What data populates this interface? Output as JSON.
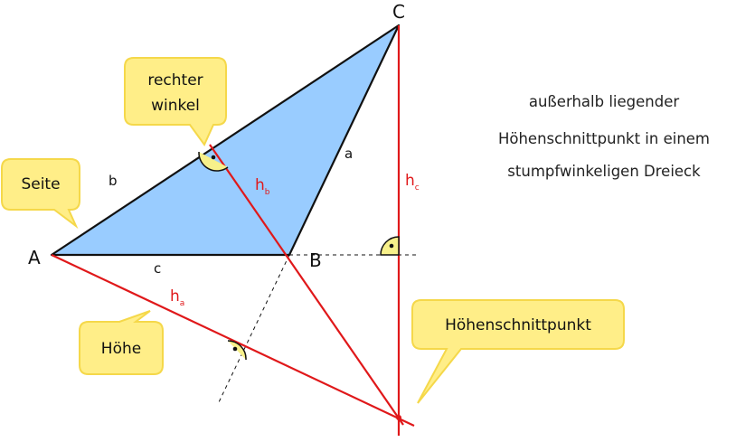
{
  "vertices": {
    "A": "A",
    "B": "B",
    "C": "C"
  },
  "sides": {
    "a": "a",
    "b": "b",
    "c": "c"
  },
  "heights": {
    "ha": {
      "main": "h",
      "sub": "a"
    },
    "hb": {
      "main": "h",
      "sub": "b"
    },
    "hc": {
      "main": "h",
      "sub": "c"
    }
  },
  "callouts": {
    "rechter_winkel": [
      "rechter",
      "winkel"
    ],
    "seite": "Seite",
    "hoehe": "Höhe",
    "hoehenschnittpunkt": "Höhenschnittpunkt"
  },
  "description": [
    "außerhalb liegender",
    "Höhenschnittpunkt in einem",
    "stumpfwinkeligen Dreieck"
  ],
  "colors": {
    "triangle_fill": "#99ccff",
    "height_lines": "#e0181a",
    "callout_fill": "#ffee88",
    "callout_border": "#f5d84a"
  }
}
